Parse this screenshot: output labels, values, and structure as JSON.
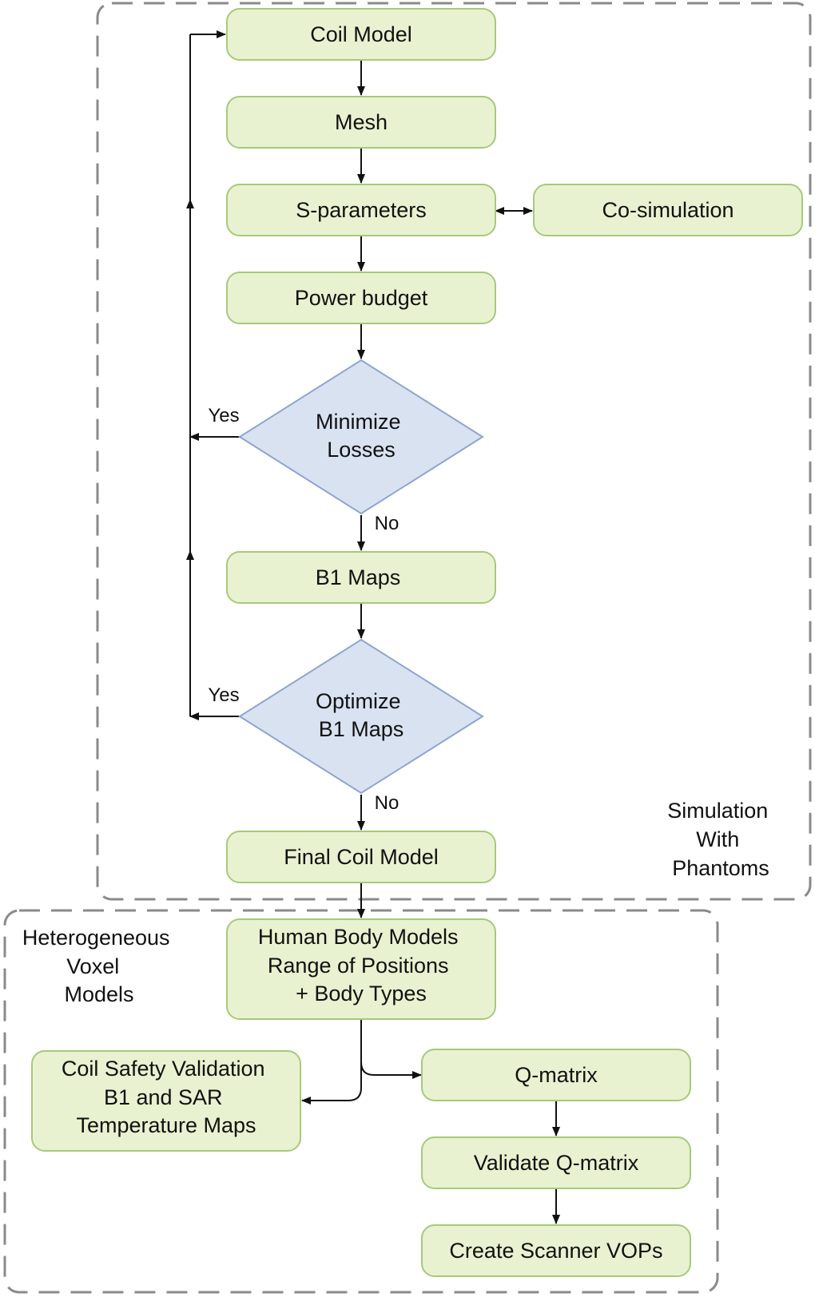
{
  "boxes": {
    "coil_model": "Coil Model",
    "mesh": "Mesh",
    "s_parameters": "S-parameters",
    "co_simulation": "Co-simulation",
    "power_budget": "Power budget",
    "b1_maps": "B1 Maps",
    "final_coil_model": "Final Coil Model",
    "human_body_models": [
      "Human Body Models",
      "Range of Positions",
      "+ Body Types"
    ],
    "coil_safety_validation": [
      "Coil Safety Validation",
      "B1 and SAR",
      "Temperature Maps"
    ],
    "q_matrix": "Q-matrix",
    "validate_q_matrix": "Validate Q-matrix",
    "create_scanner_vops": "Create Scanner VOPs"
  },
  "decisions": {
    "minimize_losses": [
      "Minimize",
      "Losses"
    ],
    "optimize_b1_maps": [
      "Optimize",
      "B1 Maps"
    ]
  },
  "edge_labels": {
    "yes_minimize": "Yes",
    "no_minimize": "No",
    "yes_optimize": "Yes",
    "no_optimize": "No"
  },
  "regions": {
    "simulation_phantoms": [
      "Simulation",
      "With",
      "Phantoms"
    ],
    "heterogeneous_voxel": [
      "Heterogeneous",
      "Voxel",
      "Models"
    ]
  },
  "colors": {
    "box_fill": "#e9f2d0",
    "box_stroke": "#a7c97a",
    "diamond_fill": "#d9e2f1",
    "diamond_stroke": "#8ea5cf",
    "dash_stroke": "#8a8a8a",
    "arrow": "#111111"
  }
}
